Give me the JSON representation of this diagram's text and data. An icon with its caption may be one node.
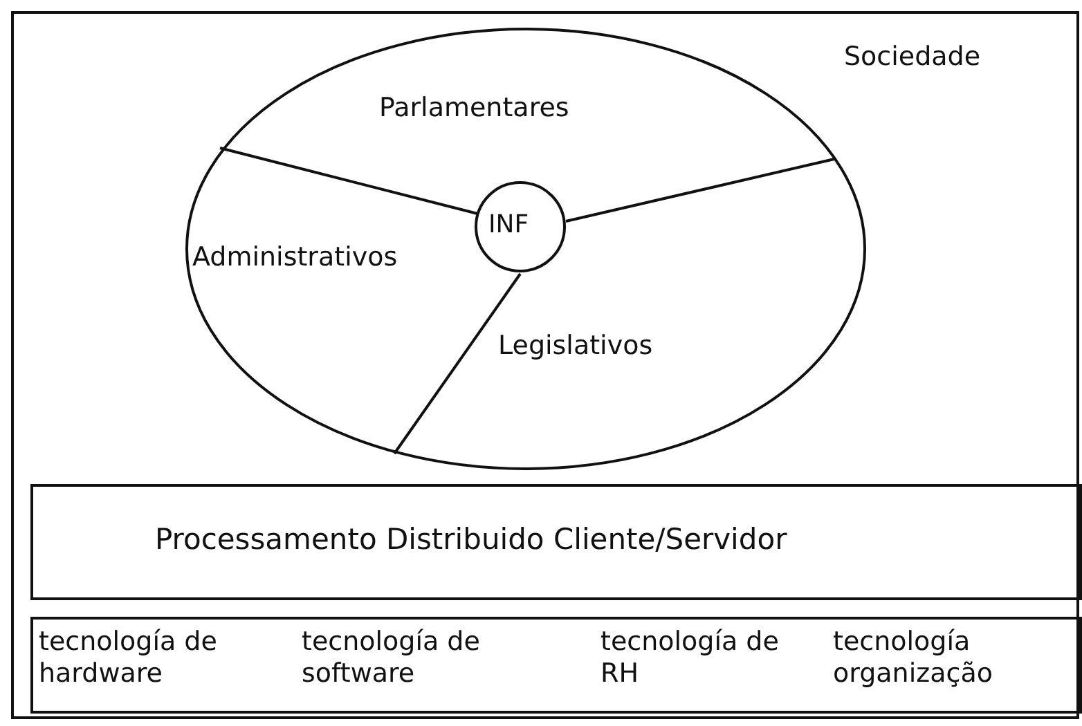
{
  "diagram": {
    "nodes": [
      {
        "text": [
          "Sociedade"
        ]
      },
      {
        "text": [
          "Parlamentares",
          "Administrativos",
          "Legislativos"
        ],
        "in": 0
      },
      {
        "text": [
          "INF"
        ],
        "in": 1
      },
      {
        "text": [
          "Processamento Distribuido Cliente/Servidor"
        ],
        "in": 0
      },
      {
        "text": [
          "tecnología de hardware",
          "tecnología de software",
          "tecnología de RH",
          "tecnología organização"
        ],
        "in": 0
      }
    ]
  }
}
